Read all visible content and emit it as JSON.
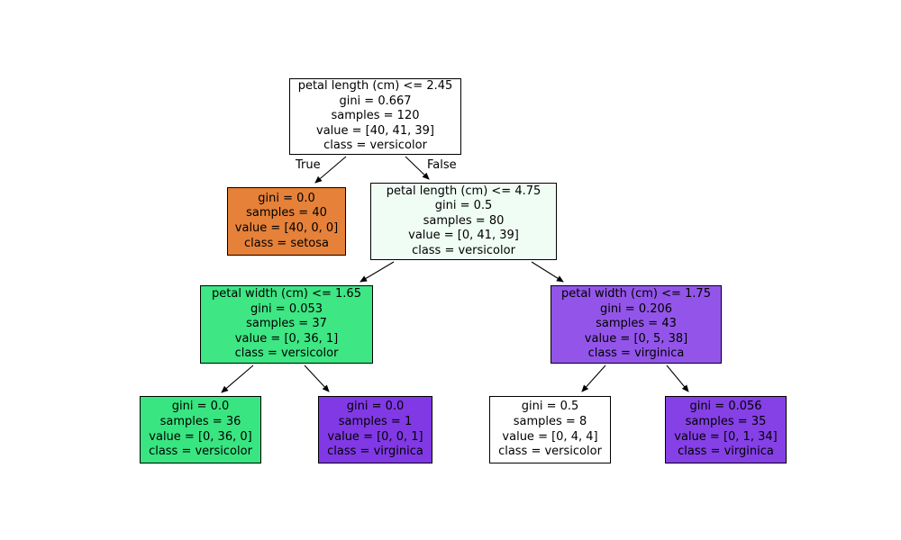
{
  "diagram": {
    "type": "decision-tree",
    "background": "#ffffff",
    "edge_labels": {
      "left": "True",
      "right": "False"
    },
    "colors": {
      "setosa_orange": "#e58139",
      "versicolor_green": "#39e581",
      "virginica_purple": "#8139e5",
      "edge_stroke": "#000000",
      "node_border": "#000000",
      "text": "#000000"
    },
    "nodes": [
      {
        "id": "root",
        "fill": "#fefffe",
        "lines": [
          "petal length (cm) <= 2.45",
          "gini = 0.667",
          "samples = 120",
          "value = [40, 41, 39]",
          "class = versicolor"
        ]
      },
      {
        "id": "setosa-leaf",
        "fill": "#e58139",
        "lines": [
          "gini = 0.0",
          "samples = 40",
          "value = [40, 0, 0]",
          "class = setosa"
        ]
      },
      {
        "id": "right-split",
        "fill": "#f0fdf5",
        "lines": [
          "petal length (cm) <= 4.75",
          "gini = 0.5",
          "samples = 80",
          "value = [0, 41, 39]",
          "class = versicolor"
        ]
      },
      {
        "id": "versicolor-split",
        "fill": "#3ee684",
        "lines": [
          "petal width (cm) <= 1.65",
          "gini = 0.053",
          "samples = 37",
          "value = [0, 36, 1]",
          "class = versicolor"
        ]
      },
      {
        "id": "virginica-split",
        "fill": "#9355e9",
        "lines": [
          "petal width (cm) <= 1.75",
          "gini = 0.206",
          "samples = 43",
          "value = [0, 5, 38]",
          "class = virginica"
        ]
      },
      {
        "id": "leaf-versicolor-36",
        "fill": "#39e581",
        "lines": [
          "gini = 0.0",
          "samples = 36",
          "value = [0, 36, 0]",
          "class = versicolor"
        ]
      },
      {
        "id": "leaf-virginica-1",
        "fill": "#8139e5",
        "lines": [
          "gini = 0.0",
          "samples = 1",
          "value = [0, 0, 1]",
          "class = virginica"
        ]
      },
      {
        "id": "leaf-versicolor-8",
        "fill": "#ffffff",
        "lines": [
          "gini = 0.5",
          "samples = 8",
          "value = [0, 4, 4]",
          "class = versicolor"
        ]
      },
      {
        "id": "leaf-virginica-34",
        "fill": "#8540e6",
        "lines": [
          "gini = 0.056",
          "samples = 35",
          "value = [0, 1, 34]",
          "class = virginica"
        ]
      }
    ]
  }
}
